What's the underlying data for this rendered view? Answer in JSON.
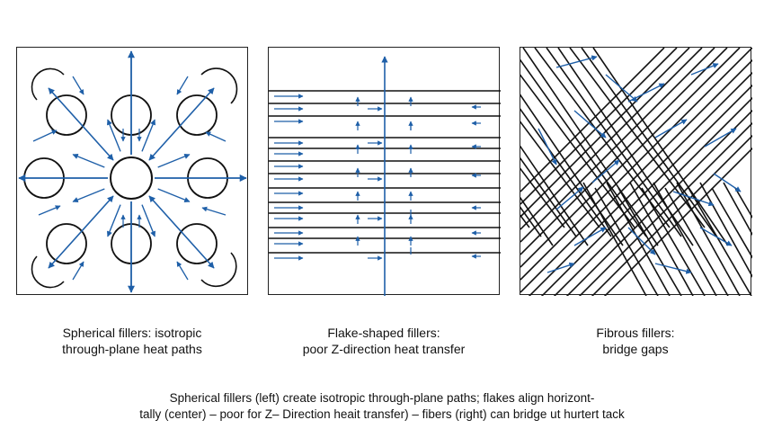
{
  "panels": [
    {
      "id": "spherical",
      "caption_line1": "Spherical fillers: isotropic",
      "caption_line2": "through-plane heat paths"
    },
    {
      "id": "flake",
      "caption_line1": "Flake-shaped fillers:",
      "caption_line2": "poor Z-direction heat transfer"
    },
    {
      "id": "fibrous",
      "caption_line1": "Fibrous fillers:",
      "caption_line2": "bridge gaps"
    }
  ],
  "footnote": {
    "line1": "Spherical fillers (left) create isotropic through-plane paths; flakes align horizont-",
    "line2": "tally (center) – poor for Z– Direction heait transfer) – fibers (right) can bridge ut hurtert tack"
  },
  "colors": {
    "arrow": "#1e5fa8",
    "line": "#111111",
    "border": "#222222"
  }
}
